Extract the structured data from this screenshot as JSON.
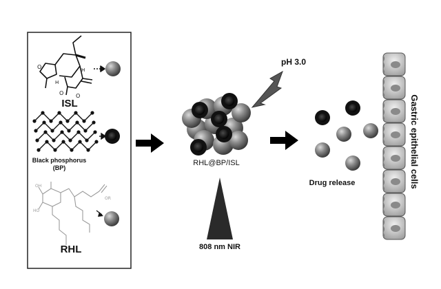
{
  "panel": {
    "isl_label": "ISL",
    "bp_label_line1": "Black phosphorus",
    "bp_label_line2": "(BP)",
    "rhl_label": "RHL"
  },
  "composite": {
    "label": "RHL@BP/ISL",
    "ph_label": "pH 3.0",
    "nir_label": "808 nm NIR"
  },
  "release": {
    "label": "Drug release",
    "cells_label": "Gastric epithelial cells"
  },
  "colors": {
    "gray_sphere": "#7a7a7a",
    "black_sphere": "#111111",
    "arrow": "#000000",
    "cell_fill": "#cfcfcf"
  }
}
